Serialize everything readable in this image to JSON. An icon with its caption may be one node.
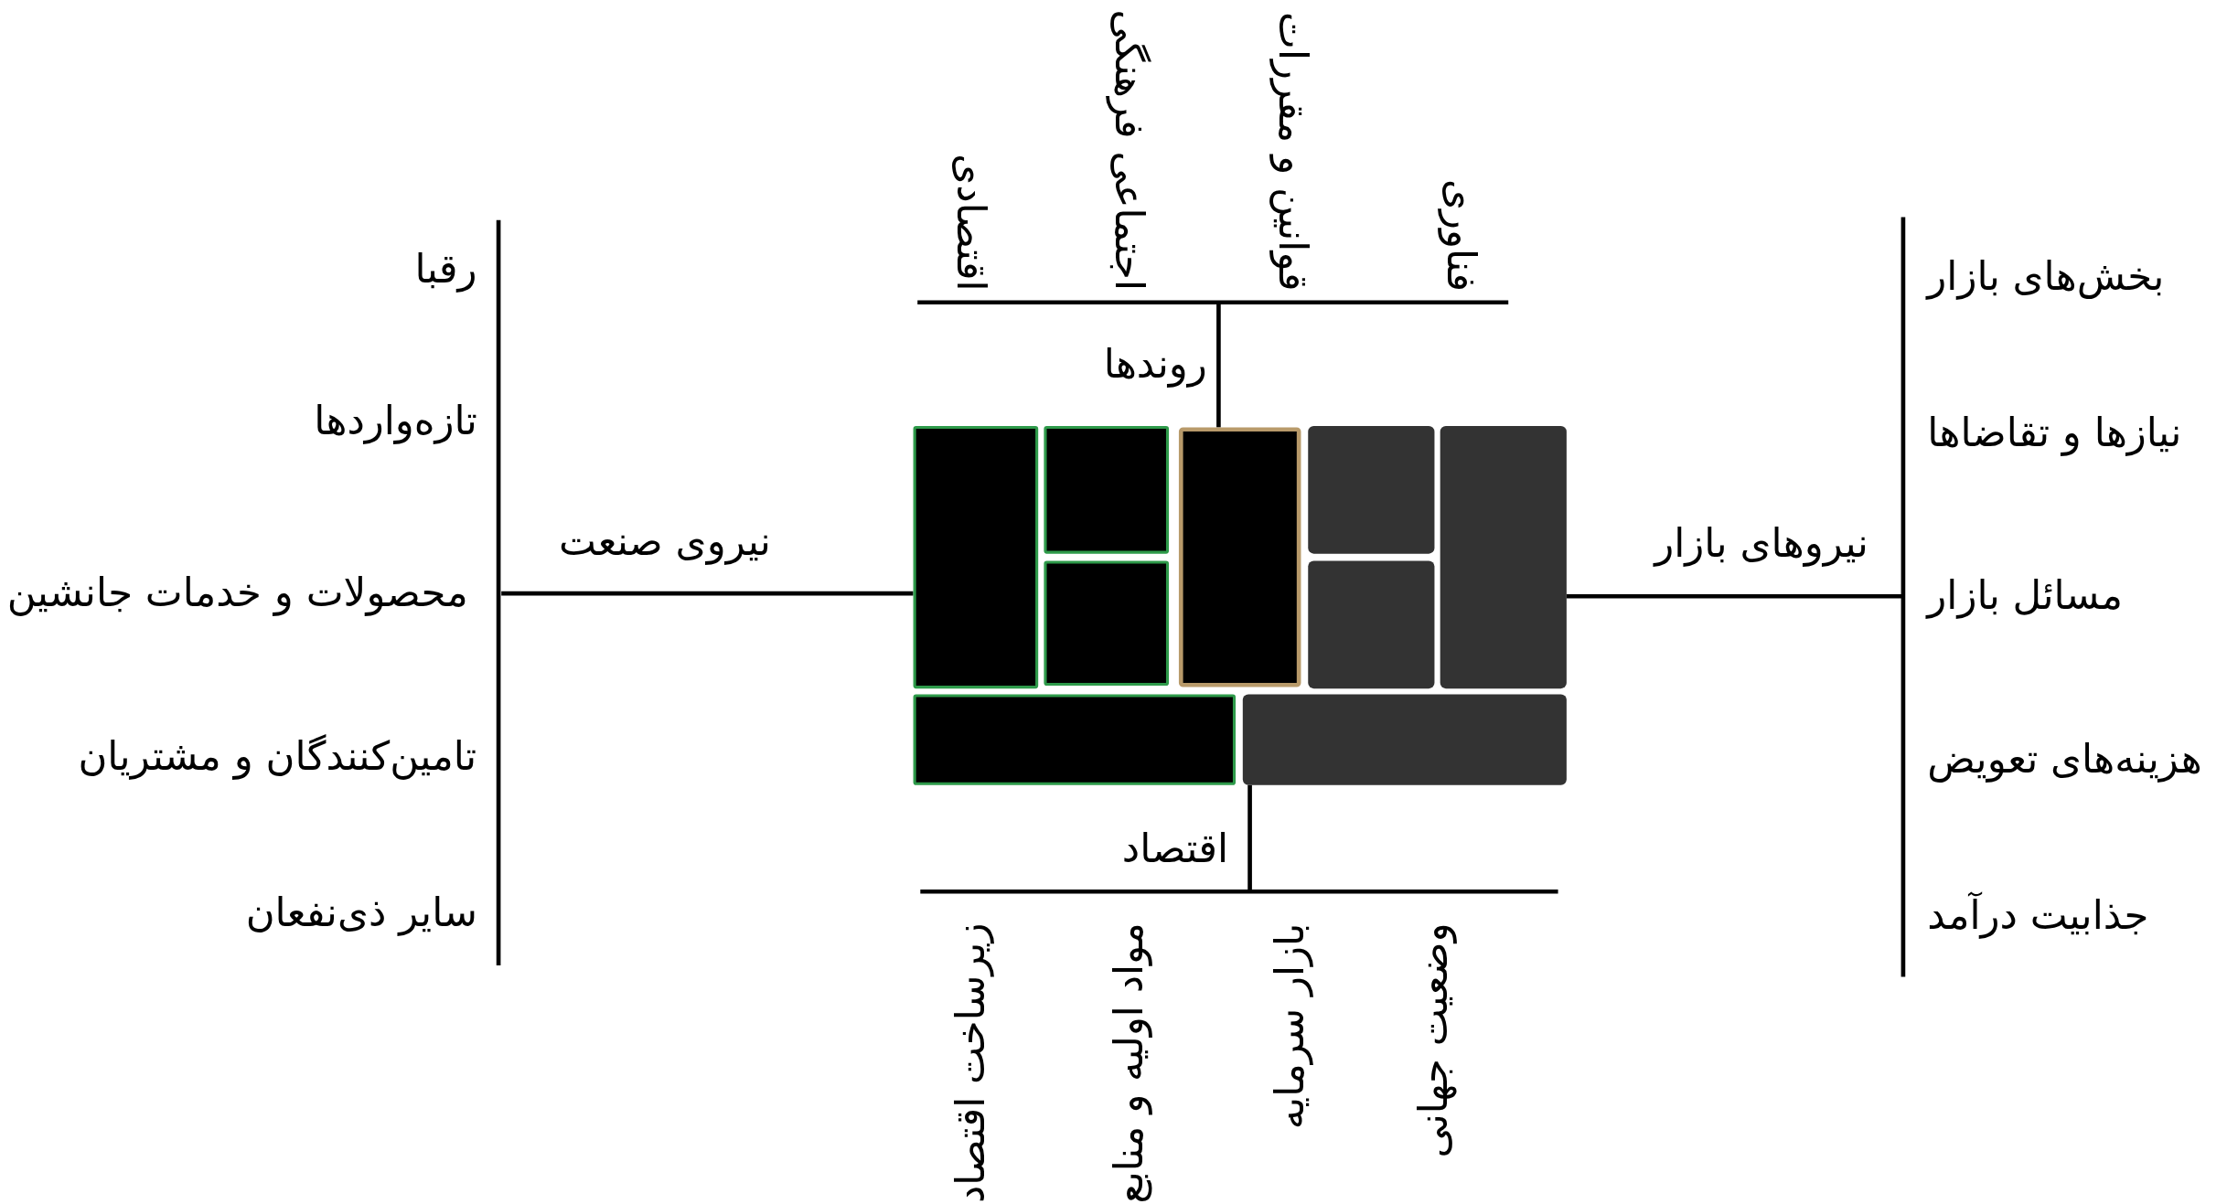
{
  "diagram": {
    "nodes": [
      {
        "text": [],
        "shape": "box"
      },
      {
        "text": [],
        "shape": "box"
      },
      {
        "text": [],
        "shape": "box"
      },
      {
        "text": [],
        "shape": "box"
      },
      {
        "text": [],
        "shape": "box"
      },
      {
        "text": [],
        "shape": "box"
      },
      {
        "text": [],
        "shape": "box"
      },
      {
        "text": [],
        "shape": "box"
      },
      {
        "text": [],
        "shape": "box"
      }
    ],
    "edges": [
      {
        "from": null,
        "to": 2,
        "arrow": "none",
        "label": "روندها"
      },
      {
        "from": null,
        "to": 0,
        "arrow": "none",
        "label": "نیروی صنعت"
      },
      {
        "from": null,
        "to": 4,
        "arrow": "none",
        "label": "نیروهای بازار"
      },
      {
        "from": null,
        "to": 8,
        "arrow": "none",
        "label": "اقتصاد"
      }
    ],
    "labels": [
      "اقتصادی",
      "اجتماعی فرهنگی",
      "قوانین و مقررات",
      "فناوری",
      "رقبا",
      "تازه‌واردها",
      "محصولات و خدمات جانشین",
      "تامین‌کنندگان و مشتریان",
      "سایر ذی‌نفعان",
      "بخش‌های بازار",
      "نیازها و تقاضاها",
      "مسائل بازار",
      "هزینه‌های تعویض",
      "جذابیت درآمد",
      "زیرساخت اقتصاد",
      "مواد اولیه و منابع",
      "بازار سرمایه",
      "وضعیت جهانی"
    ]
  }
}
